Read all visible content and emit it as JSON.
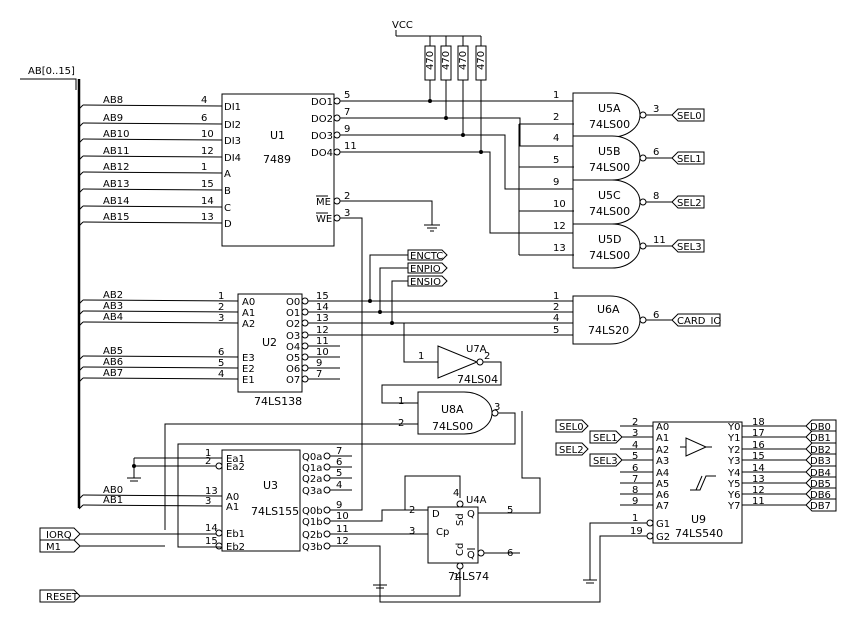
{
  "bus_label": "AB[0..15]",
  "vcc_label": "VCC",
  "resistor_value": "470",
  "u1": {
    "ref": "U1",
    "part": "7489",
    "in_nets": [
      "AB8",
      "AB9",
      "AB10",
      "AB11",
      "AB12",
      "AB13",
      "AB14",
      "AB15"
    ],
    "in_pins": [
      "4",
      "6",
      "10",
      "12",
      "1",
      "15",
      "14",
      "13"
    ],
    "in_names": [
      "DI1",
      "DI2",
      "DI3",
      "DI4",
      "A",
      "B",
      "C",
      "D"
    ],
    "out_names": [
      "DO1",
      "DO2",
      "DO3",
      "DO4"
    ],
    "out_pins": [
      "5",
      "7",
      "9",
      "11"
    ],
    "me_name": "ME",
    "me_pin": "2",
    "we_name": "WE",
    "we_pin": "3"
  },
  "u5": {
    "gates": [
      {
        "ref": "U5A",
        "part": "74LS00",
        "in_a": "1",
        "in_b": "2",
        "out": "3",
        "net": "SEL0"
      },
      {
        "ref": "U5B",
        "part": "74LS00",
        "in_a": "4",
        "in_b": "5",
        "out": "6",
        "net": "SEL1"
      },
      {
        "ref": "U5C",
        "part": "74LS00",
        "in_a": "9",
        "in_b": "10",
        "out": "8",
        "net": "SEL2"
      },
      {
        "ref": "U5D",
        "part": "74LS00",
        "in_a": "12",
        "in_b": "13",
        "out": "11",
        "net": "SEL3"
      }
    ]
  },
  "enables": [
    "ENCTC",
    "ENPIO",
    "ENSIO"
  ],
  "u2": {
    "ref": "U2",
    "part": "74LS138",
    "a_nets": [
      "AB2",
      "AB3",
      "AB4"
    ],
    "a_pins": [
      "1",
      "2",
      "3"
    ],
    "a_names": [
      "A0",
      "A1",
      "A2"
    ],
    "e_nets": [
      "AB5",
      "AB6",
      "AB7"
    ],
    "e_pins": [
      "6",
      "5",
      "4"
    ],
    "e_names": [
      "E3",
      "E2",
      "E1"
    ],
    "out_names": [
      "O0",
      "O1",
      "O2",
      "O3",
      "O4",
      "O5",
      "O6",
      "O7"
    ],
    "out_pins": [
      "15",
      "14",
      "13",
      "12",
      "11",
      "10",
      "9",
      "7"
    ]
  },
  "u6": {
    "ref": "U6A",
    "part": "74LS20",
    "in_pins": [
      "1",
      "2",
      "4",
      "5"
    ],
    "out": "6",
    "net": "CARD_IO"
  },
  "u7": {
    "ref": "U7A",
    "part": "74LS04",
    "in": "1",
    "out": "2"
  },
  "u8": {
    "ref": "U8A",
    "part": "74LS00",
    "in_a": "1",
    "in_b": "2",
    "out": "3"
  },
  "u3": {
    "ref": "U3",
    "part": "74LS155",
    "left_names": [
      "Ea1",
      "Ea2",
      "A0",
      "A1",
      "Eb1",
      "Eb2"
    ],
    "left_pins": [
      "1",
      "2",
      "13",
      "3",
      "14",
      "15"
    ],
    "a_nets": [
      "AB0",
      "AB1"
    ],
    "right_names": [
      "Q0a",
      "Q1a",
      "Q2a",
      "Q3a",
      "Q0b",
      "Q1b",
      "Q2b",
      "Q3b"
    ],
    "right_pins": [
      "7",
      "6",
      "5",
      "4",
      "9",
      "10",
      "11",
      "12"
    ]
  },
  "u4": {
    "ref": "U4A",
    "part": "74LS74",
    "d": "D",
    "cp": "Cp",
    "q": "Q",
    "qn": "Q",
    "sd": "Sd",
    "cd": "Cd",
    "d_pin": "2",
    "cp_pin": "3",
    "q_pin": "5",
    "qn_pin": "6",
    "sd_pin": "4",
    "cd_pin": "1"
  },
  "u9": {
    "ref": "U9",
    "part": "74LS540",
    "in_names": [
      "A0",
      "A1",
      "A2",
      "A3",
      "A4",
      "A5",
      "A6",
      "A7"
    ],
    "in_pins": [
      "2",
      "3",
      "4",
      "5",
      "6",
      "7",
      "8",
      "9"
    ],
    "in_nets": [
      "SEL0",
      "SEL1",
      "SEL2",
      "SEL3"
    ],
    "out_names": [
      "Y0",
      "Y1",
      "Y2",
      "Y3",
      "Y4",
      "Y5",
      "Y6",
      "Y7"
    ],
    "out_pins": [
      "18",
      "17",
      "16",
      "15",
      "14",
      "13",
      "12",
      "11"
    ],
    "out_nets": [
      "DB0",
      "DB1",
      "DB2",
      "DB3",
      "DB4",
      "DB5",
      "DB6",
      "DB7"
    ],
    "g_names": [
      "G1",
      "G2"
    ],
    "g_pins": [
      "1",
      "19"
    ]
  },
  "signals": {
    "iorq": "IORQ",
    "m1": "M1",
    "reset": "RESET"
  }
}
